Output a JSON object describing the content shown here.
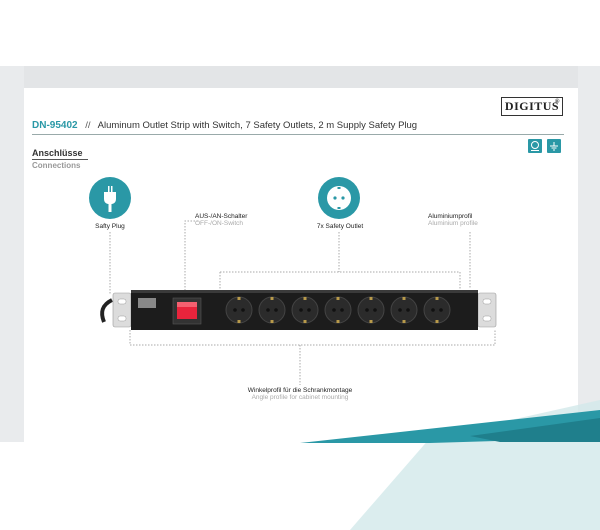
{
  "brand": {
    "logo_text": "DIGITUS",
    "logo_mark": "®"
  },
  "header": {
    "model": "DN-95402",
    "separator": "//",
    "description": "Aluminum Outlet Strip with Switch, 7 Safety Outlets, 2 m Supply Safety Plug"
  },
  "section": {
    "title_de": "Anschlüsse",
    "title_en": "Connections"
  },
  "labels": {
    "plug": "Safty Plug",
    "outlet": "7x Safety Outlet",
    "switch_de": "AUS-/AN-Schalter",
    "switch_en": "OFF-/ON-Switch",
    "profile_de": "Aluminiumprofil",
    "profile_en": "Aluminium profile",
    "angle_de": "Winkelprofil für die Schrankmontage",
    "angle_en": "Angle profile for cabinet mounting"
  },
  "colors": {
    "accent": "#2a98a6",
    "switch": "#e8243c",
    "strip": "#1c1c1c"
  },
  "icons": {
    "plug": "plug-icon",
    "outlet": "outlet-icon"
  }
}
